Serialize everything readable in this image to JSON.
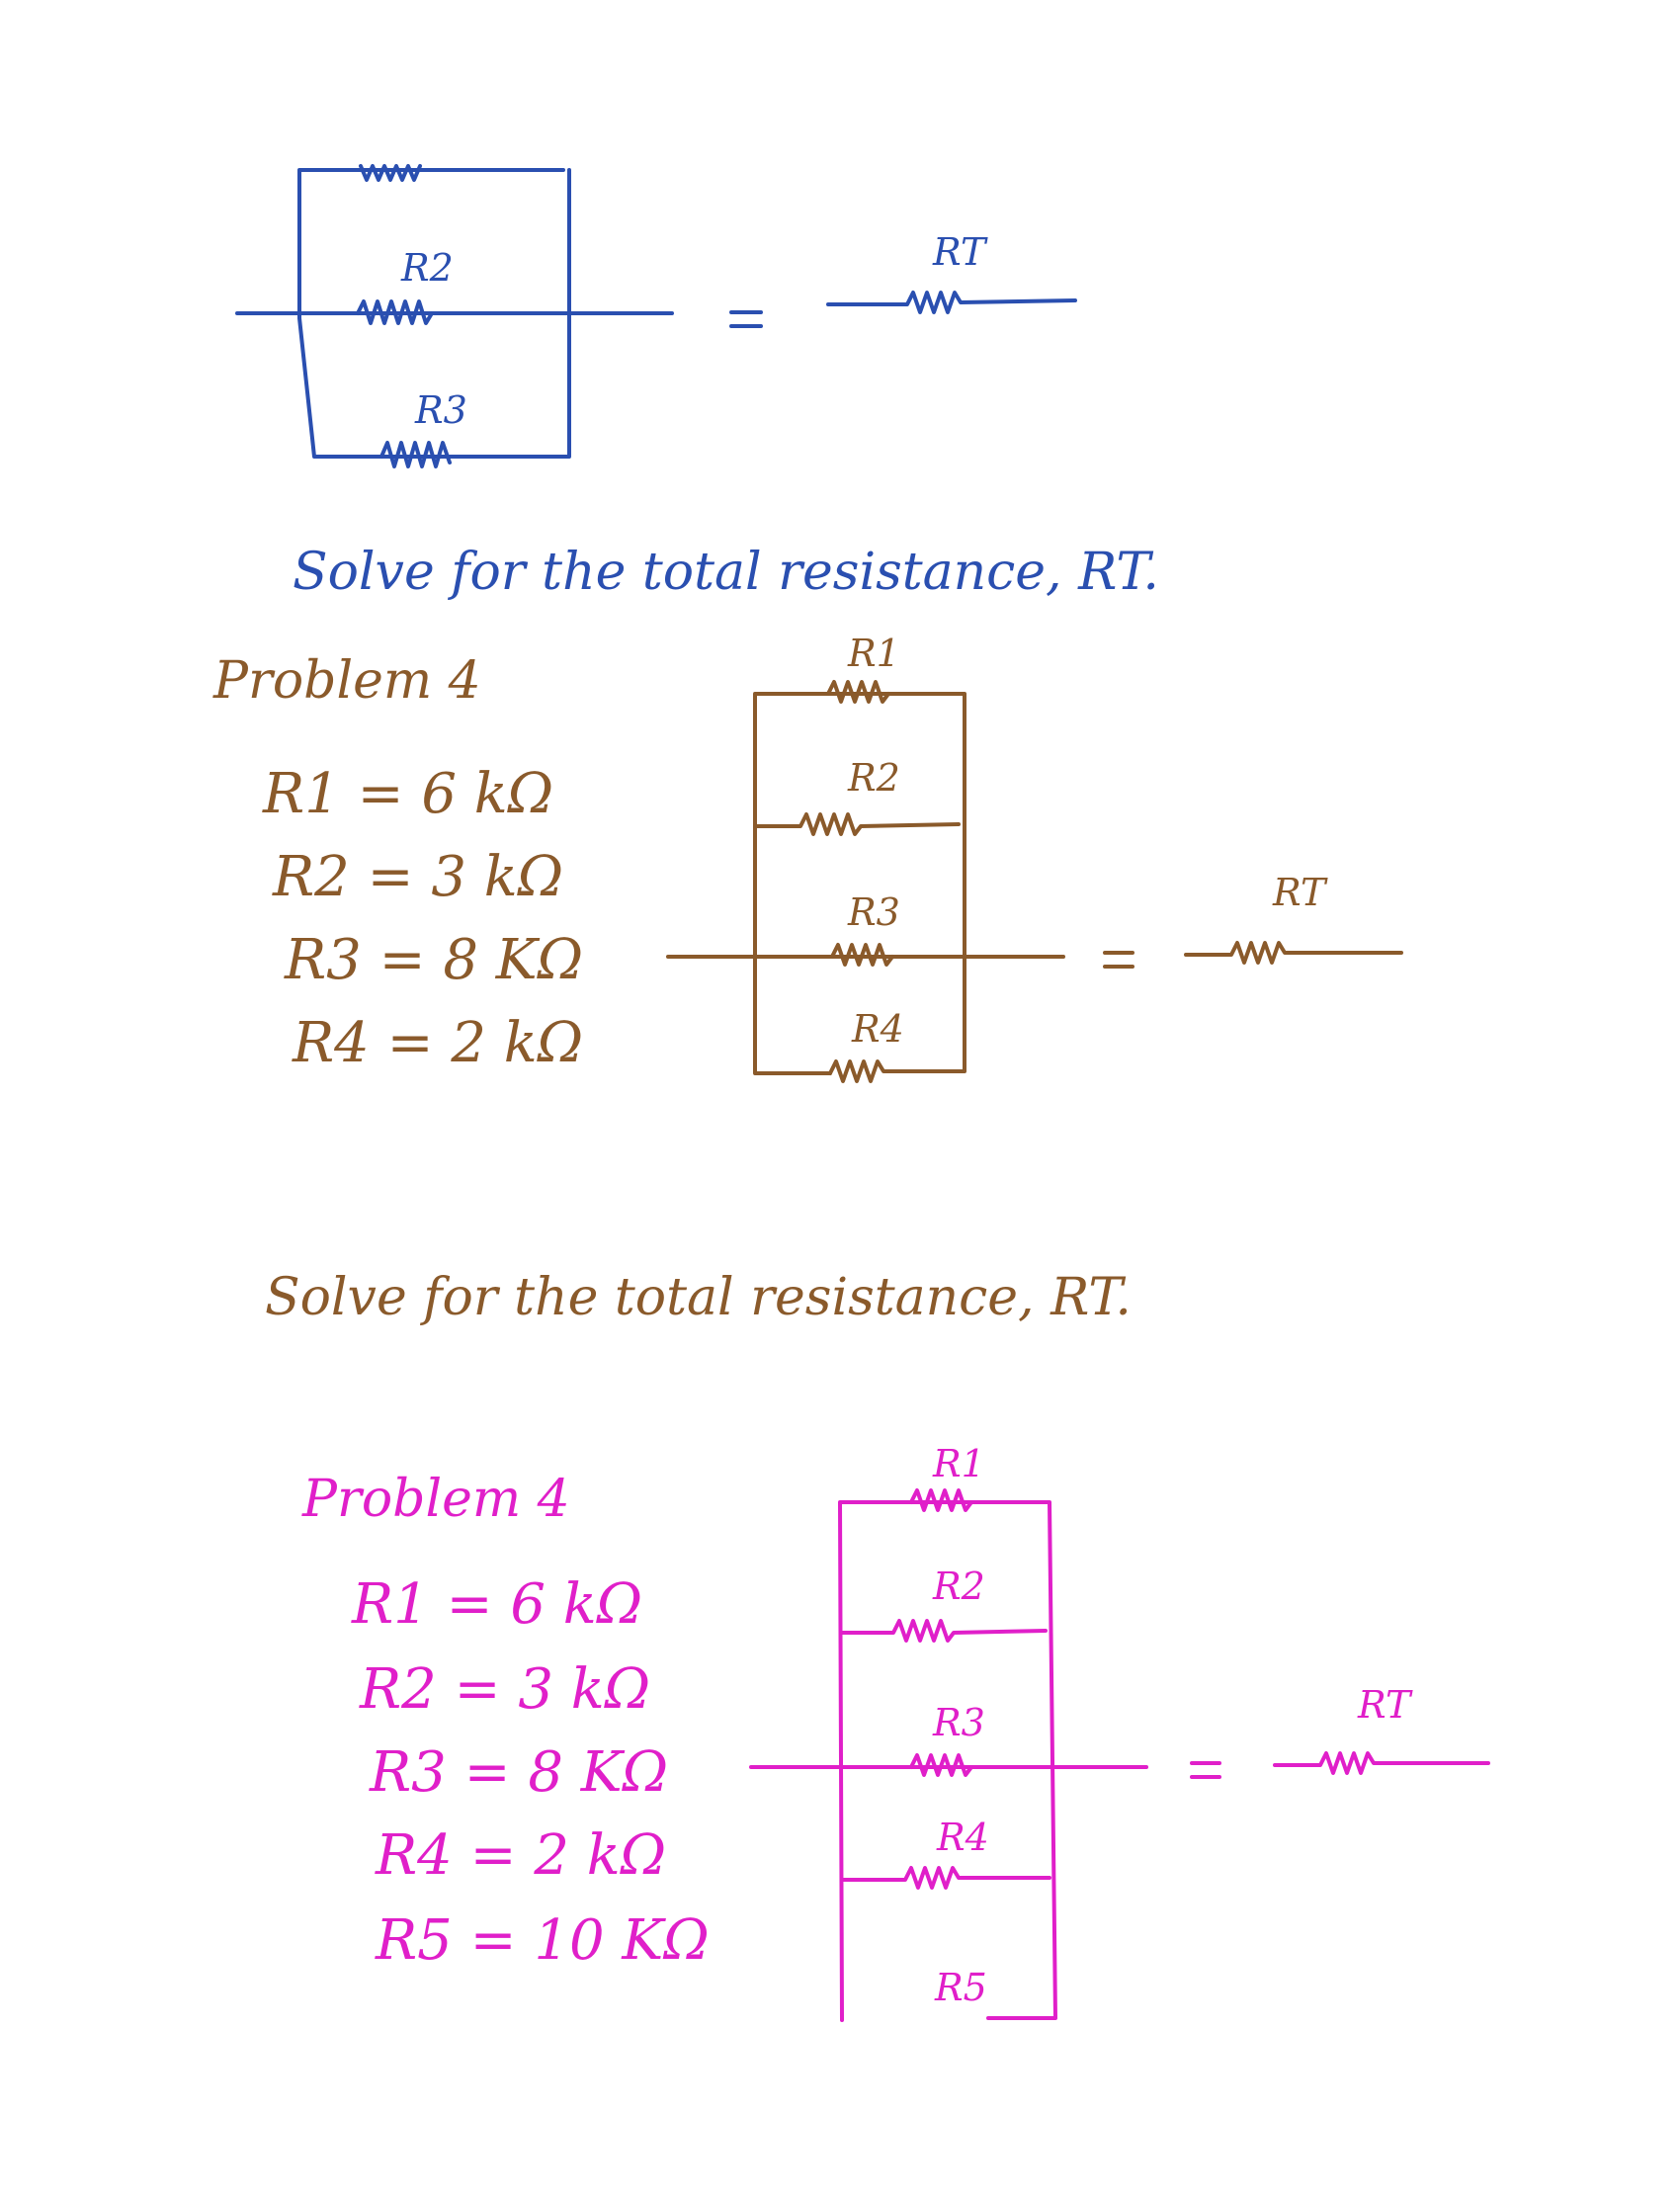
{
  "colors": {
    "section_1": "#2a4fb0",
    "section_2": "#8a5a2b",
    "section_3": "#e01fc9",
    "background": "#ffffff"
  },
  "section_1": {
    "labels": {
      "r2": "R2",
      "r3": "R3",
      "rt": "RT",
      "equals": "="
    },
    "instruction": "Solve for the total resistance, RT."
  },
  "section_2": {
    "title": "Problem 4",
    "values": [
      "R1 = 6 kΩ",
      "R2 = 3 kΩ",
      "R3 = 8 KΩ",
      "R4 = 2 kΩ"
    ],
    "labels": {
      "r1": "R1",
      "r2": "R2",
      "r3": "R3",
      "r4": "R4",
      "rt": "RT",
      "equals": "="
    },
    "instruction": "Solve for the total resistance, RT."
  },
  "section_3": {
    "title": "Problem 4",
    "values": [
      "R1 = 6 kΩ",
      "R2 = 3 kΩ",
      "R3 = 8 KΩ",
      "R4 = 2 kΩ",
      "R5 = 10 KΩ"
    ],
    "labels": {
      "r1": "R1",
      "r2": "R2",
      "r3": "R3",
      "r4": "R4",
      "r5": "R5",
      "rt": "RT",
      "equals": "="
    }
  }
}
